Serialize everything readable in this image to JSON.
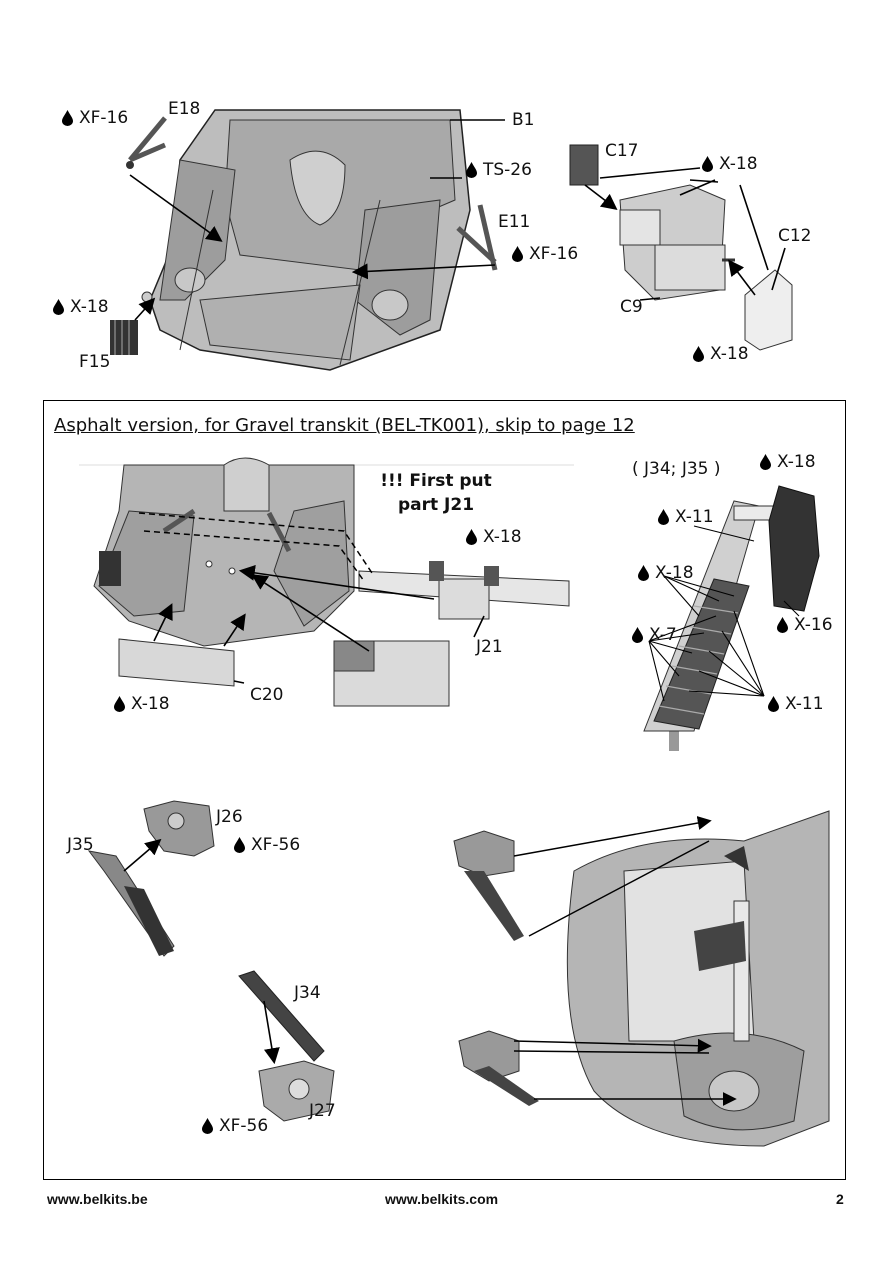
{
  "top_section": {
    "labels": {
      "e18": "E18",
      "b1": "B1",
      "c17": "C17",
      "ts26": "TS-26",
      "e11": "E11",
      "c12": "C12",
      "c9": "C9",
      "f15": "F15"
    },
    "paints": {
      "xf16_a": "XF-16",
      "ts26": "TS-26",
      "xf16_b": "XF-16",
      "x18_a": "X-18",
      "x18_b": "X-18",
      "x18_c": "X-18"
    }
  },
  "panel": {
    "notice": "Asphalt version, for Gravel transkit (BEL-TK001), skip to page 12",
    "first_put_line1": "!!! First put",
    "first_put_line2": "part J21",
    "labels": {
      "j34_j35": "( J34; J35 )",
      "j21": "J21",
      "c20": "C20",
      "j26": "J26",
      "j35": "J35",
      "j34": "J34",
      "j27": "J27"
    },
    "paints": {
      "x18_j21": "X-18",
      "x18_c20": "X-18",
      "x18_top": "X-18",
      "x11_a": "X-11",
      "x18_mid": "X-18",
      "x16": "X-16",
      "x7": "X-7",
      "x11_b": "X-11",
      "xf56_a": "XF-56",
      "xf56_b": "XF-56"
    }
  },
  "footer": {
    "left": "www.belkits.be",
    "center": "www.belkits.com",
    "page": "2"
  },
  "colors": {
    "part_gray": "#b9b9b9",
    "dark_gray": "#555555",
    "line": "#000000"
  }
}
